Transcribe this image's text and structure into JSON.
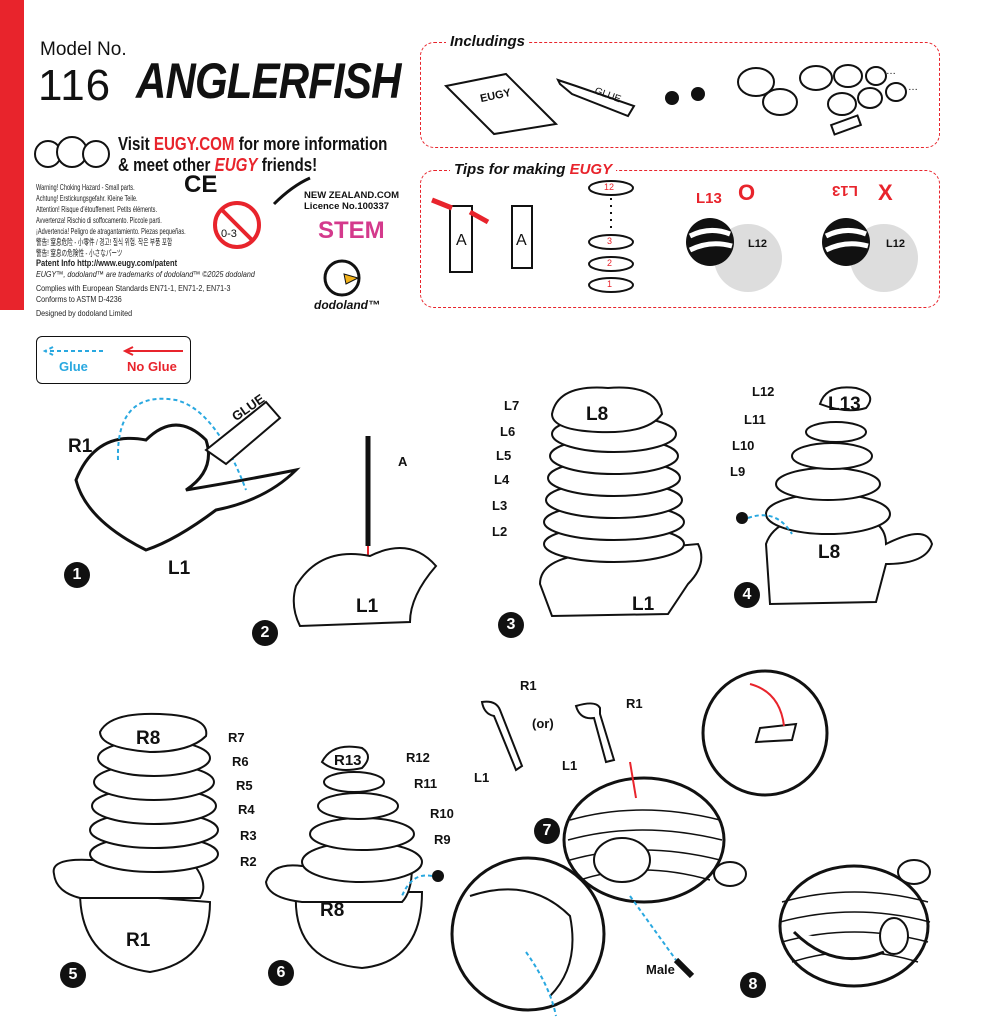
{
  "header": {
    "model_label": "Model No.",
    "model_number": "116",
    "title": "ANGLERFISH"
  },
  "promo": {
    "visit": "Visit",
    "site": "EUGY.COM",
    "rest1": "for more information",
    "line2a": "& meet other",
    "brand": "EUGY",
    "line2b": "friends!"
  },
  "warnings": [
    "Warning! Choking Hazard - Small parts.",
    "Achtung! Erstickungsgefahr. Kleine Teile.",
    "Attention! Risque d'étouffement. Petits éléments.",
    "Avvertenza! Rischio di soffocamento. Piccole parti.",
    "¡Advertencia! Peligro de atragantamiento. Piezas pequeñas.",
    "警告! 窒息危险 - 小零件 / 경고! 질식 위험. 작은 부품 포함",
    "警告! 窒息の危険性 - 小さなパーツ"
  ],
  "age_badge": "0-3",
  "ce_mark": "CE",
  "legal": {
    "patent": "Patent Info http://www.eugy.com/patent",
    "trademark": "EUGY™, dodoland™ are trademarks of dodoland™ ©2025 dodoland",
    "standards1": "Complies with European Standards EN71-1, EN71-2, EN71-3",
    "standards2": "Conforms to ASTM D-4236",
    "designed": "Designed by dodoland Limited"
  },
  "nz": {
    "site": "NEW ZEALAND.COM",
    "licence": "Licence No.100337"
  },
  "stem": "STEM",
  "dodoland": "dodoland™",
  "includings": {
    "title": "Includings",
    "glue": "GLUE",
    "brand": "EUGY"
  },
  "tips": {
    "title": "Tips for making",
    "brand": "EUGY",
    "part_a": "A",
    "disc_numbers": [
      "12",
      "3",
      "2",
      "1"
    ],
    "correct_label": "L13",
    "correct_mark": "O",
    "wrong_label": "L13",
    "wrong_mark": "X",
    "l12": "L12"
  },
  "legend": {
    "glue": "Glue",
    "no_glue": "No Glue"
  },
  "steps": [
    {
      "n": "1",
      "labels": [
        "R1",
        "L1",
        "GLUE"
      ]
    },
    {
      "n": "2",
      "labels": [
        "A",
        "L1"
      ]
    },
    {
      "n": "3",
      "labels": [
        "L8",
        "L7",
        "L6",
        "L5",
        "L4",
        "L3",
        "L2",
        "L1"
      ]
    },
    {
      "n": "4",
      "labels": [
        "L12",
        "L13",
        "L11",
        "L10",
        "L9",
        "L8"
      ]
    },
    {
      "n": "5",
      "labels": [
        "R8",
        "R7",
        "R6",
        "R5",
        "R4",
        "R3",
        "R2",
        "R1"
      ]
    },
    {
      "n": "6",
      "labels": [
        "R13",
        "R12",
        "R11",
        "R10",
        "R9",
        "R8"
      ]
    },
    {
      "n": "7",
      "labels": [
        "R1",
        "(or)",
        "R1",
        "L1",
        "L1",
        "Male"
      ]
    },
    {
      "n": "8",
      "labels": []
    }
  ],
  "colors": {
    "accent": "#e8242c",
    "glue": "#29a8e0"
  }
}
